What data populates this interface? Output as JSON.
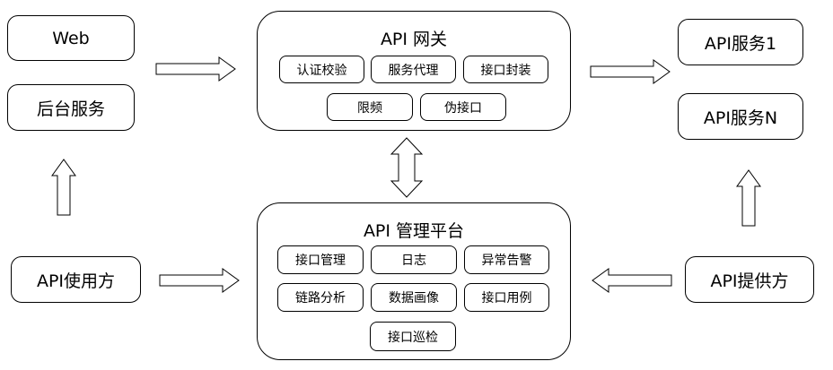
{
  "left": {
    "web": "Web",
    "backend": "后台服务",
    "user": "API使用方"
  },
  "gateway": {
    "title": "API 网关",
    "items": [
      "认证校验",
      "服务代理",
      "接口封装",
      "限频",
      "伪接口"
    ]
  },
  "platform": {
    "title": "API 管理平台",
    "items": [
      "接口管理",
      "日志",
      "异常告警",
      "链路分析",
      "数据画像",
      "接口用例",
      "接口巡检"
    ]
  },
  "right": {
    "service1": "API服务1",
    "serviceN": "API服务N",
    "provider": "API提供方"
  }
}
